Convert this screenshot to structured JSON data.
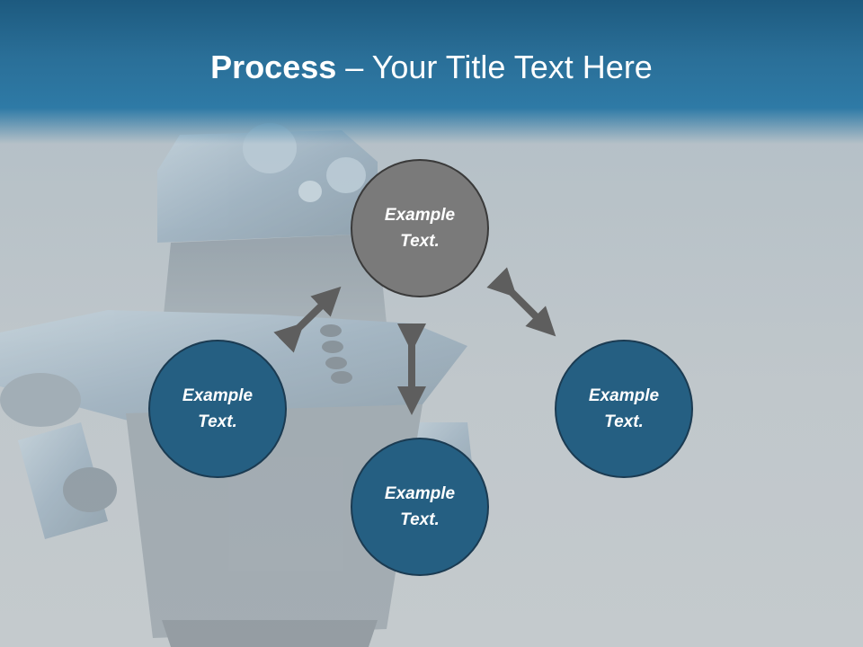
{
  "title": {
    "bold": "Process",
    "rest": " – Your Title Text Here"
  },
  "nodes": {
    "top": "Example Text.",
    "left": "Example Text.",
    "bottom": "Example Text.",
    "right": "Example Text."
  },
  "colors": {
    "header": "#2a6f98",
    "node_blue": "#255f82",
    "node_gray": "#7a7a7a",
    "arrow": "#5e5e5e"
  }
}
